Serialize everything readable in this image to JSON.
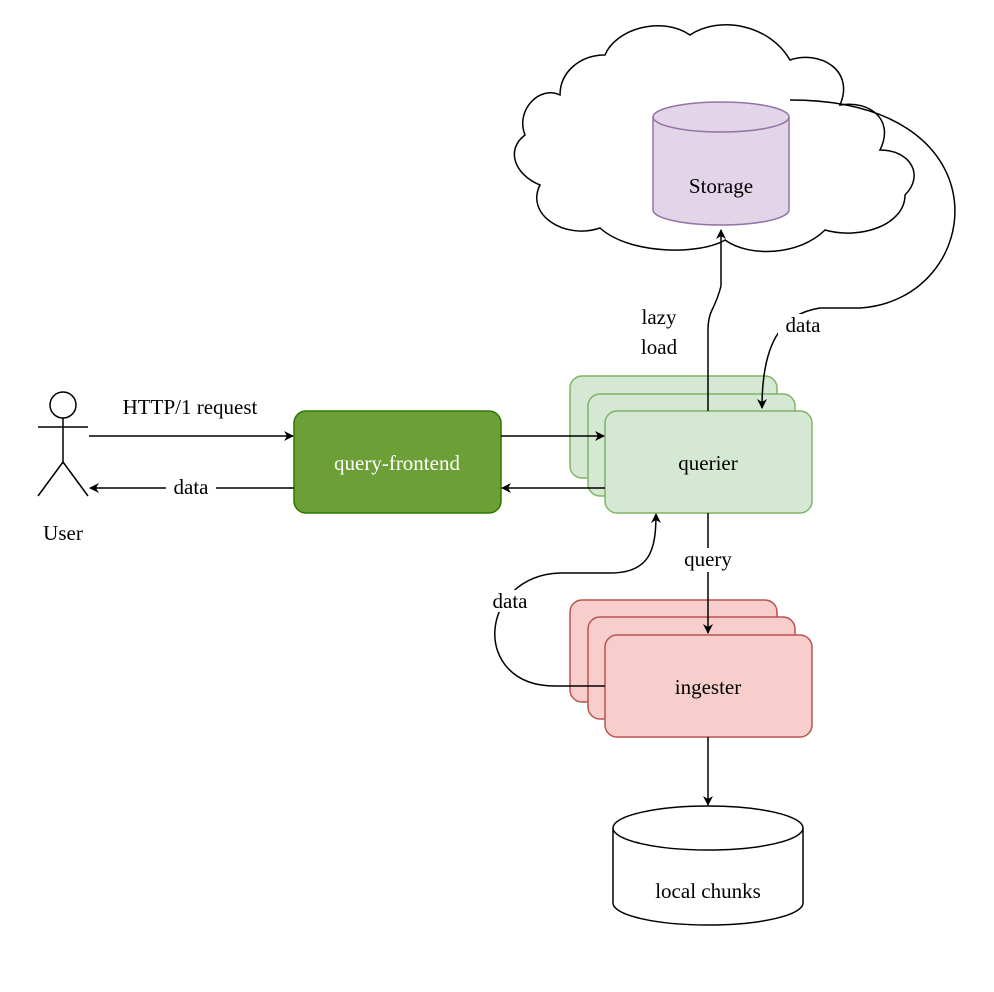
{
  "nodes": {
    "storage": "Storage",
    "query_frontend": "query-frontend",
    "querier": "querier",
    "ingester": "ingester",
    "local_chunks": "local chunks",
    "user": "User"
  },
  "edges": {
    "http_request": "HTTP/1 request",
    "data_to_user": "data",
    "lazy_load_line1": "lazy",
    "lazy_load_line2": "load",
    "storage_data": "data",
    "query": "query",
    "ingester_data": "data"
  },
  "colors": {
    "storage_fill": "#e1d5e7",
    "storage_stroke": "#9673a6",
    "frontend_fill": "#6d9f37",
    "frontend_stroke": "#2d7600",
    "querier_fill": "#d5e8d4",
    "querier_stroke": "#82b366",
    "ingester_fill": "#f8cecc",
    "ingester_stroke": "#b85450"
  }
}
